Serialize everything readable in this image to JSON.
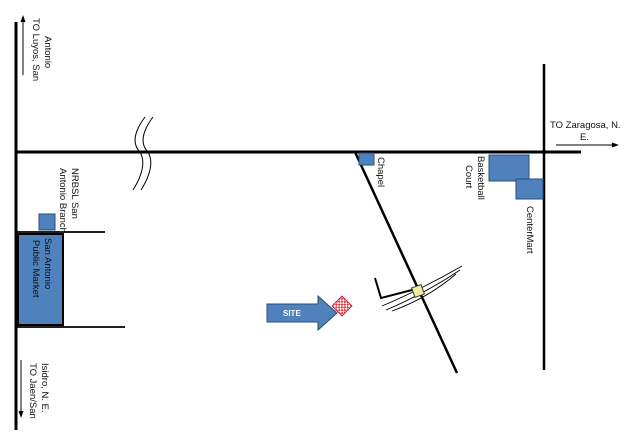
{
  "labels": {
    "to_luyos_1": "TO Luyos, San",
    "to_luyos_2": "Antonio",
    "to_zaragosa_1": "TO Zaragosa, N.",
    "to_zaragosa_2": "E.",
    "to_jaen_1": "TO Jaen/San",
    "to_jaen_2": "Isidro, N. E.",
    "nrbsl_1": "NRBSL San",
    "nrbsl_2": "Antonio Branch",
    "market_1": "San Antonio",
    "market_2": "Public Market",
    "chapel": "Chapel",
    "court_1": "Basketball",
    "court_2": "Court",
    "centermart": "CenterMart",
    "site": "SITE"
  },
  "colors": {
    "building_fill": "#4f81bd",
    "building_stroke": "#2c4d75",
    "road": "#000000",
    "site_marker": "#e8313a",
    "bridge": "#f2ec9c"
  }
}
